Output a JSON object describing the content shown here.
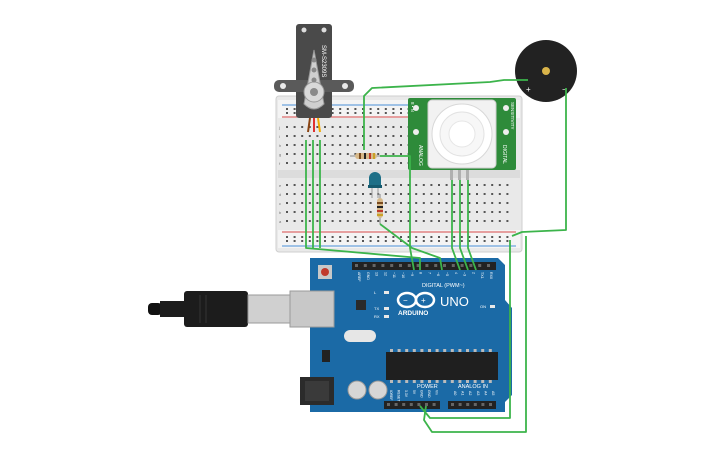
{
  "components": {
    "servo": {
      "model": "SM-S2309S"
    },
    "pir": {
      "left_label": "ANALOG",
      "right_label": "DIGITAL",
      "top_label": "8 • N",
      "top_right_label": "SENSITIVITY"
    },
    "buzzer": {
      "plus": "+",
      "minus": "−"
    },
    "arduino": {
      "brand": "ARDUINO",
      "model": "UNO",
      "digital_header": "DIGITAL (PWM~)",
      "power_header": "POWER",
      "analog_header": "ANALOG IN",
      "leds": [
        "TX",
        "RX",
        "L",
        "ON"
      ],
      "digital_pins": [
        "AREF",
        "GND",
        "13",
        "12",
        "~11",
        "~10",
        "~9",
        "8",
        "7",
        "~6",
        "~5",
        "4",
        "~3",
        "2",
        "TX1",
        "RX0"
      ],
      "power_pins": [
        "IOREF",
        "RESET",
        "3.3V",
        "5V",
        "GND",
        "GND",
        "Vin"
      ],
      "analog_pins": [
        "A0",
        "A1",
        "A2",
        "A3",
        "A4",
        "A5"
      ]
    },
    "breadboard": {
      "rows": [
        "j",
        "i",
        "h",
        "g",
        "f",
        "e",
        "d",
        "c",
        "b",
        "a"
      ]
    }
  },
  "colors": {
    "wire": "#3cb44b",
    "board": "#1b6aa6",
    "breadboard": "#eeeeee",
    "pir_board": "#2e8b3a",
    "servo": "#4a4a4a",
    "buzzer": "#222222"
  }
}
